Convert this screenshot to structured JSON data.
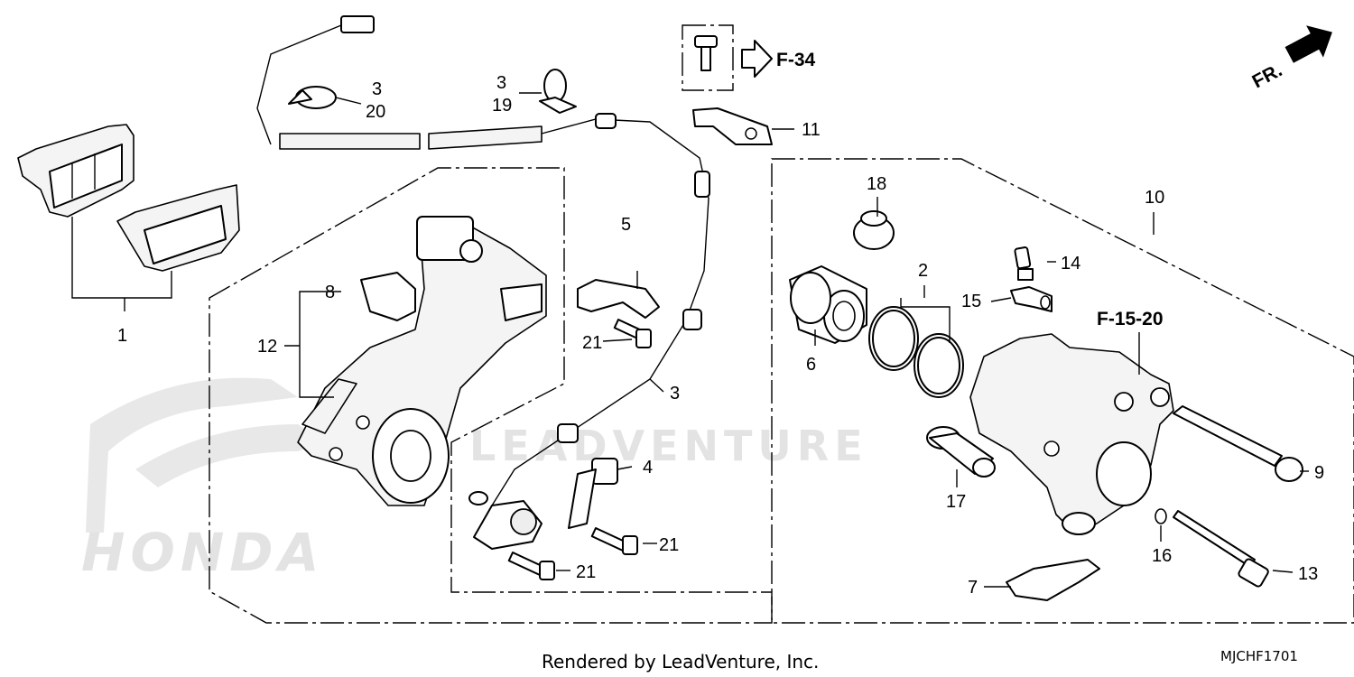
{
  "diagram": {
    "footer_credit": "Rendered by LeadVenture, Inc.",
    "diagram_code": "MJCHF1701",
    "direction_label": "FR.",
    "watermark_brand": "HONDA",
    "watermark_text": "LEADVENTURE",
    "references": {
      "f34": "F-34",
      "f1520": "F-15-20"
    },
    "callouts": {
      "c1": "1",
      "c2": "2",
      "c3_top_a": "3",
      "c20": "20",
      "c3_top_b": "3",
      "c19": "19",
      "c3_hose": "3",
      "c4": "4",
      "c5": "5",
      "c6": "6",
      "c7": "7",
      "c8": "8",
      "c9": "9",
      "c10": "10",
      "c11": "11",
      "c12": "12",
      "c13": "13",
      "c14": "14",
      "c15": "15",
      "c16": "16",
      "c17": "17",
      "c18": "18",
      "c21_a": "21",
      "c21_b": "21",
      "c21_c": "21"
    }
  }
}
